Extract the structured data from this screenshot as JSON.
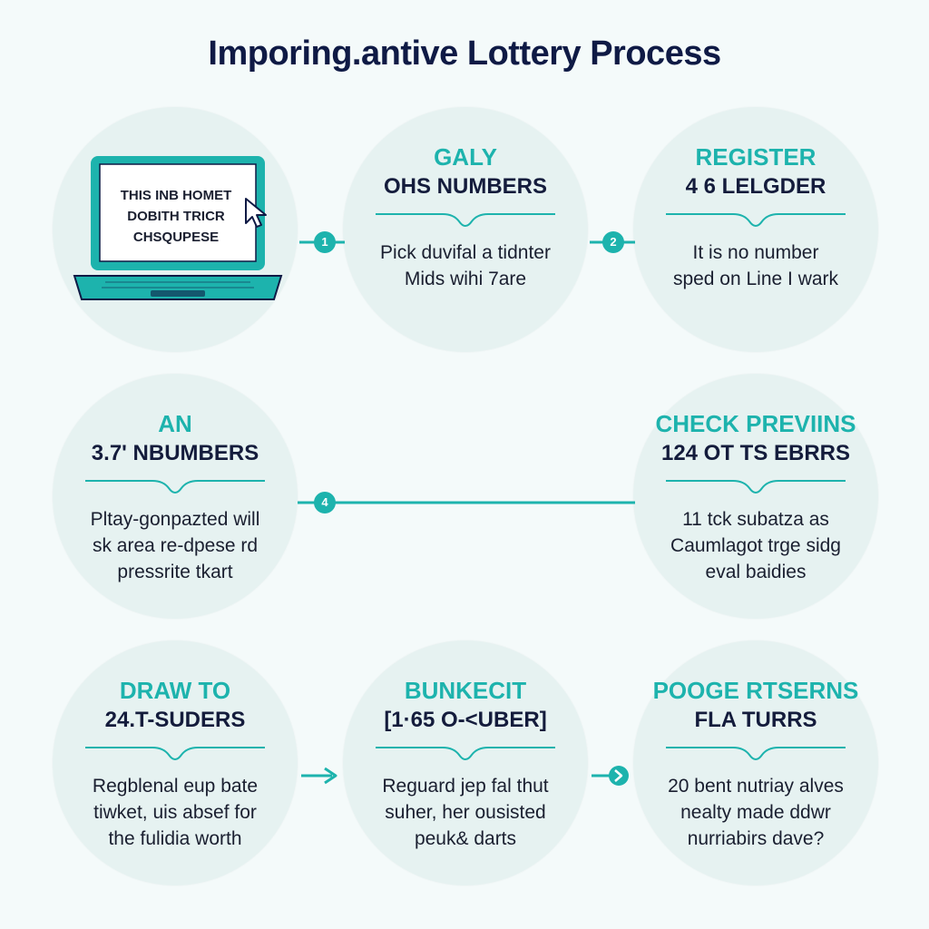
{
  "title": "Imporing.antive Lottery Process",
  "colors": {
    "accent": "#1db3ad",
    "circle": "#e6f2f1",
    "heading_dark": "#0f1a45",
    "background": "#f4fafa"
  },
  "laptop": {
    "icon": "laptop-icon",
    "cursor_icon": "cursor-icon",
    "screen_lines": [
      "THIS INB HOMET",
      "DOBITH TRICR",
      "CHSQUPESE"
    ]
  },
  "steps": [
    {
      "heading": "GALY",
      "subheading": "OHS NUMBERS",
      "body": [
        "Pick duvifal a tidnter",
        "Mids wihi 7are"
      ]
    },
    {
      "heading": "REGISTER",
      "subheading": "4 6 LELGDER",
      "body": [
        "It is no number",
        "sped on Line I wark"
      ]
    },
    {
      "heading": "AN",
      "subheading": "3.7' NBUMBERS",
      "body": [
        "Pltay-gonpazted will",
        "sk area re-dpese rd",
        "pressrite tkart"
      ]
    },
    {
      "heading": "CHECK PREVIINS",
      "subheading": "124 OT TS EBRRS",
      "body": [
        "11 tck subatza as",
        "Caumlagot trge sidg",
        "eval baidies"
      ]
    },
    {
      "heading": "DRAW TO",
      "subheading": "24.T-SUDERS",
      "body": [
        "Regblenal eup bate",
        "tiwket, uis absef for",
        "the fulidia worth"
      ]
    },
    {
      "heading": "BUNKECIT",
      "subheading": "[1·65 O-<UBER]",
      "body": [
        "Reguard jep fal thut",
        "suher, her ousisted",
        "peuk& darts"
      ]
    },
    {
      "heading": "POOGE RTSERNS",
      "subheading": "FLA TURRS",
      "body": [
        "20 bent nutriay alves",
        "nealty made ddwr",
        "nurriabirs dave?"
      ]
    }
  ],
  "connectors": [
    {
      "badge": "1",
      "icon": "number-badge-icon"
    },
    {
      "badge": "2",
      "icon": "number-badge-icon"
    },
    {
      "badge": "4",
      "icon": "number-badge-icon"
    },
    {
      "badge": "",
      "icon": "arrow-right-icon"
    },
    {
      "badge": "",
      "icon": "arrow-right-icon"
    }
  ]
}
